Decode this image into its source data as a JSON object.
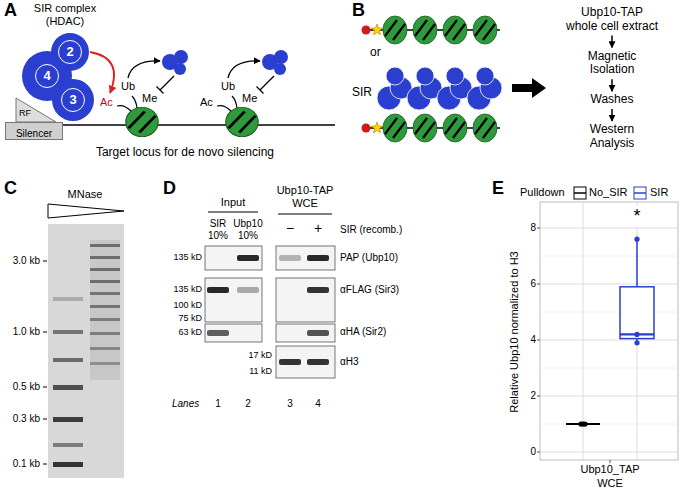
{
  "diagram": {
    "nodes": [
      {
        "text": [
          "SIR complex (HDAC)"
        ]
      },
      {
        "text": [
          "2"
        ],
        "in": 0
      },
      {
        "text": [
          "4"
        ],
        "in": 0
      },
      {
        "text": [
          "3"
        ],
        "in": 0
      },
      {
        "text": [
          "RF"
        ]
      },
      {
        "text": [
          "Silencer"
        ]
      },
      {
        "text": [
          "SIR"
        ]
      },
      {
        "text": [
          "Ubp10-TAP whole cell extract"
        ]
      },
      {
        "text": [
          "Magnetic Isolation"
        ]
      },
      {
        "text": [
          "Washes"
        ]
      },
      {
        "text": [
          "Western Analysis"
        ]
      }
    ],
    "edges": [
      {
        "from": 7,
        "to": 8,
        "arrow": "to"
      },
      {
        "from": 8,
        "to": 9,
        "arrow": "to"
      },
      {
        "from": 9,
        "to": 10,
        "arrow": "to"
      }
    ],
    "labels": [
      "A",
      "Ac",
      "Ub",
      "Me",
      "Ac",
      "Ub",
      "Me",
      "Target locus for de novo silencing",
      "B",
      "or",
      "C",
      "MNase",
      "3.0 kb",
      "1.0 kb",
      "0.5 kb",
      "0.3 kb",
      "0.1 kb",
      "D",
      "Input",
      "Ubp10-TAP WCE",
      "SIR",
      "10%",
      "Ubp10",
      "10%",
      "−",
      "+",
      "SIR (recomb.)",
      "PAP (Ubp10)",
      "αFLAG (Sir3)",
      "αHA (Sir2)",
      "αH3",
      "135 kD",
      "135 kD",
      "100 kD",
      "75 kD",
      "63 kD",
      "17 kD",
      "11 kD",
      "Lanes",
      "1",
      "2",
      "3",
      "4",
      "E",
      "Pulldown",
      "Relative Ubp10 normalized to H3",
      "0",
      "2",
      "4",
      "6",
      "8",
      "Ubp10_TAP",
      "WCE",
      "*"
    ],
    "legend": [
      {
        "text": "No_SIR"
      },
      {
        "text": "SIR"
      }
    ]
  }
}
